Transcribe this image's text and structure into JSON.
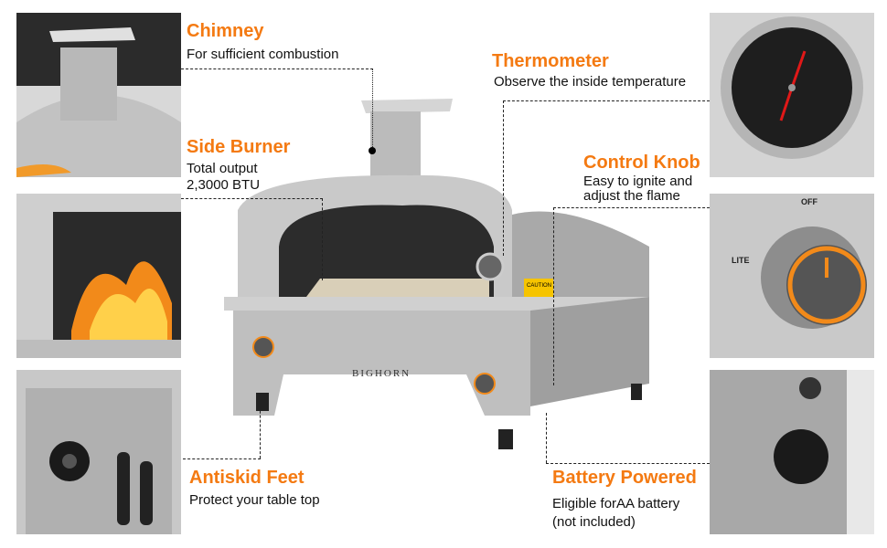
{
  "features": [
    {
      "title": "Chimney",
      "desc": [
        "For sufficient combustion"
      ]
    },
    {
      "title": "Side Burner",
      "desc": [
        "Total output",
        "2,3000 BTU"
      ]
    },
    {
      "title": "Antiskid Feet",
      "desc": [
        "Protect your table top"
      ]
    },
    {
      "title": "Thermometer",
      "desc": [
        "Observe the inside temperature"
      ]
    },
    {
      "title": "Control Knob",
      "desc": [
        "Easy to ignite and",
        "adjust the flame"
      ]
    },
    {
      "title": "Battery Powered",
      "desc": [
        "Eligible forAA battery",
        "(not included)"
      ]
    }
  ],
  "product": {
    "brand": "BIGHORN",
    "caution_label": "CAUTION",
    "knob_off": "OFF",
    "knob_lite": "LITE"
  },
  "colors": {
    "accent": "#f47a12"
  }
}
